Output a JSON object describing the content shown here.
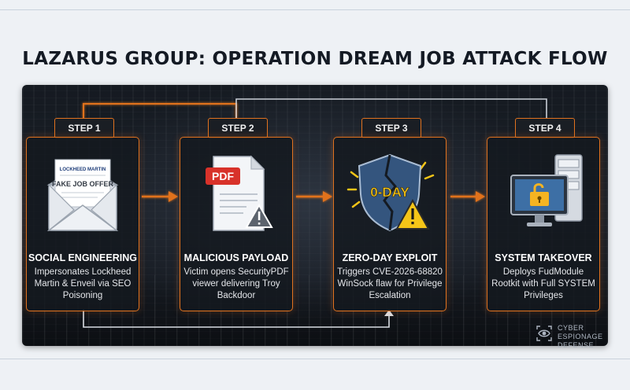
{
  "title": "LAZARUS GROUP: OPERATION DREAM JOB ATTACK FLOW",
  "steps": [
    {
      "badge": "STEP 1",
      "title": "SOCIAL ENGINEERING",
      "description": "Impersonates Lockheed Martin & Enveil via SEO Poisoning",
      "icon": "envelope-job-offer-icon",
      "icon_label": "FAKE JOB OFFER",
      "logo_text": "LOCKHEED MARTIN"
    },
    {
      "badge": "STEP 2",
      "title": "MALICIOUS PAYLOAD",
      "description": "Victim opens SecurityPDF viewer delivering Troy Backdoor",
      "icon": "pdf-warning-icon",
      "icon_label": "PDF"
    },
    {
      "badge": "STEP 3",
      "title": "ZERO-DAY EXPLOIT",
      "description": "Triggers CVE-2026-68820 WinSock flaw for Privilege Escalation",
      "icon": "broken-shield-icon",
      "icon_label": "0-DAY"
    },
    {
      "badge": "STEP 4",
      "title": "SYSTEM TAKEOVER",
      "description": "Deploys FudModule Rootkit with Full SYSTEM Privileges",
      "icon": "unlocked-server-icon"
    }
  ],
  "brand": {
    "line1": "CYBER ESPIONAGE",
    "line2": "DEFENSE",
    "icon": "eye-icon"
  },
  "colors": {
    "accent": "#e0721f",
    "background": "#eef1f5",
    "panel": "#1b2028",
    "warning": "#f5c518"
  }
}
